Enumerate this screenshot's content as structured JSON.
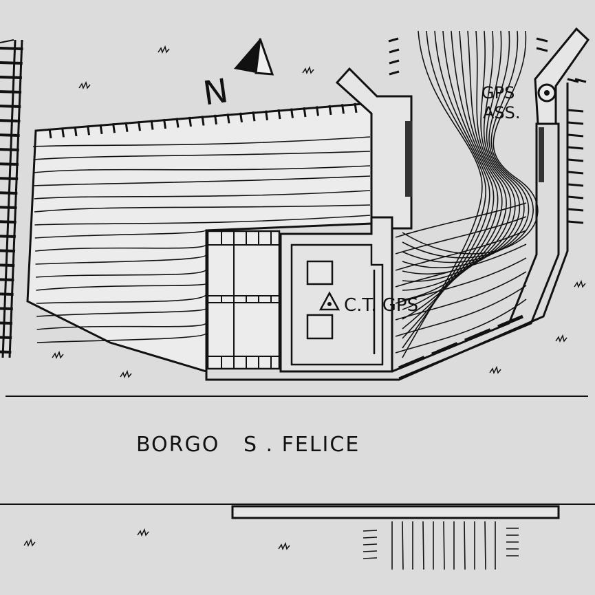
{
  "map": {
    "north_label": "N",
    "labels": {
      "street": "BORGO   S . FELICE",
      "gps_ref_line1": "GPS",
      "gps_ref_line2": "ASS.",
      "ct_gps": "C.T. GPS"
    }
  },
  "colors": {
    "background": "#dcdcdc",
    "ink": "#111111",
    "fill_light": "#ececec"
  },
  "icons": {
    "north_arrow": "north-arrow-icon",
    "survey_triangle": "survey-triangle-icon",
    "gps_station": "gps-station-icon"
  }
}
